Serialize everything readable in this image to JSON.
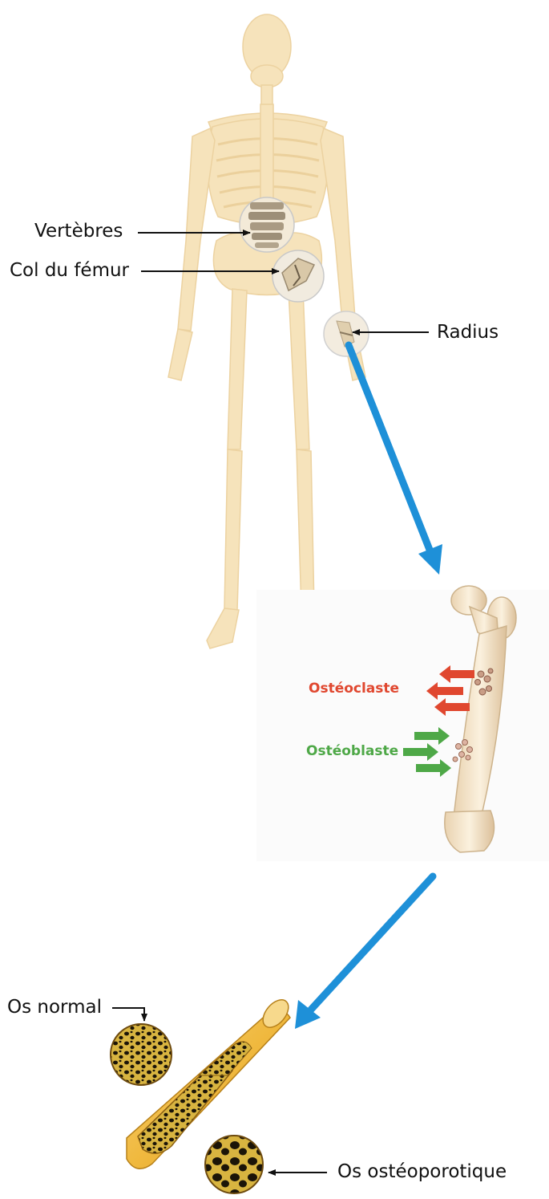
{
  "skeleton_labels": {
    "vertebrae": "Vertèbres",
    "femur_neck": "Col du fémur",
    "radius": "Radius"
  },
  "bone_cells": {
    "osteoclast": "Ostéoclaste",
    "osteoblast": "Ostéoblaste"
  },
  "bone_comparison": {
    "normal": "Os normal",
    "osteoporotic": "Os ostéoporotique"
  },
  "colors": {
    "flow_arrow": "#1e90d8",
    "osteoclast": "#e0472f",
    "osteoblast": "#4ea847",
    "bone_tan": "#f6e2b6",
    "bone_shaft": "#f2c14e"
  }
}
